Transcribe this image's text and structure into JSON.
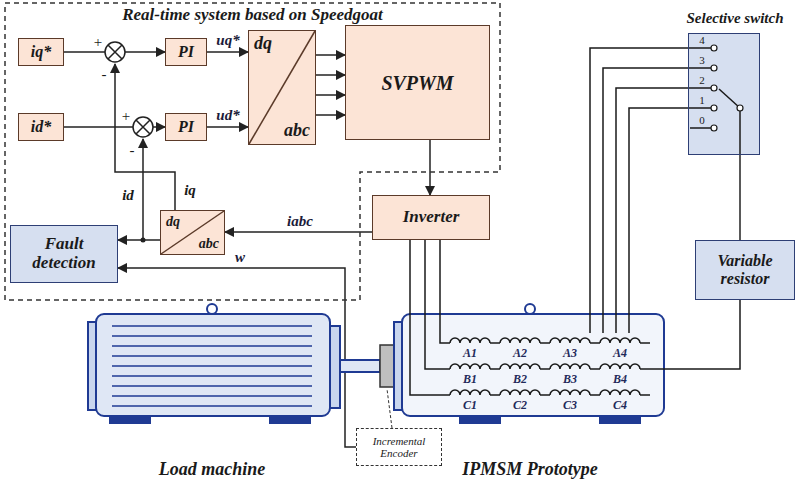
{
  "diagram": {
    "nodes": [
      {
        "text": [
          "Real-time system based on Speedgoat"
        ]
      },
      {
        "text": [
          "iq*"
        ],
        "in": 0
      },
      {
        "text": [
          "id*"
        ],
        "in": 0
      },
      {
        "text": [
          "PI"
        ],
        "in": 0
      },
      {
        "text": [
          "PI"
        ],
        "in": 0
      },
      {
        "text": [
          "dq",
          "abc"
        ],
        "in": 0
      },
      {
        "text": [
          "SVPWM"
        ],
        "in": 0
      },
      {
        "text": [
          "Fault detection"
        ],
        "in": 0
      },
      {
        "text": [
          "dq",
          "abc"
        ],
        "in": 0
      },
      {
        "text": [
          "Inverter"
        ]
      },
      {
        "text": [
          "Incremental Encoder"
        ]
      },
      {
        "text": [
          "Selective switch"
        ]
      },
      {
        "text": [
          "Variable resistor"
        ]
      }
    ],
    "edges": [
      {
        "from": 1,
        "to": 3,
        "arrow": "to"
      },
      {
        "from": 2,
        "to": 4,
        "arrow": "to"
      },
      {
        "from": 3,
        "to": 5,
        "label": "uq*",
        "arrow": "to"
      },
      {
        "from": 4,
        "to": 5,
        "label": "ud*",
        "arrow": "to"
      },
      {
        "from": 5,
        "to": 6,
        "arrow": "to"
      },
      {
        "from": 5,
        "to": 6,
        "arrow": "to"
      },
      {
        "from": 5,
        "to": 6,
        "arrow": "to"
      },
      {
        "from": 5,
        "to": 6,
        "arrow": "to"
      },
      {
        "from": 6,
        "to": 9,
        "arrow": "to"
      },
      {
        "from": 9,
        "to": 8,
        "label": "iabc",
        "arrow": "to"
      },
      {
        "from": 8,
        "to": 7,
        "arrow": "to"
      },
      {
        "from": 10,
        "to": 7,
        "label": "w",
        "arrow": "to"
      },
      {
        "from": 11,
        "to": 12,
        "arrow": "none"
      }
    ],
    "labels": [
      "+",
      "-",
      "+",
      "-",
      "iq",
      "id",
      "A1",
      "A2",
      "A3",
      "A4",
      "B1",
      "B2",
      "B3",
      "B4",
      "C1",
      "C2",
      "C3",
      "C4",
      "4",
      "3",
      "2",
      "1",
      "0",
      "Load machine",
      "IPMSM Prototype"
    ]
  }
}
